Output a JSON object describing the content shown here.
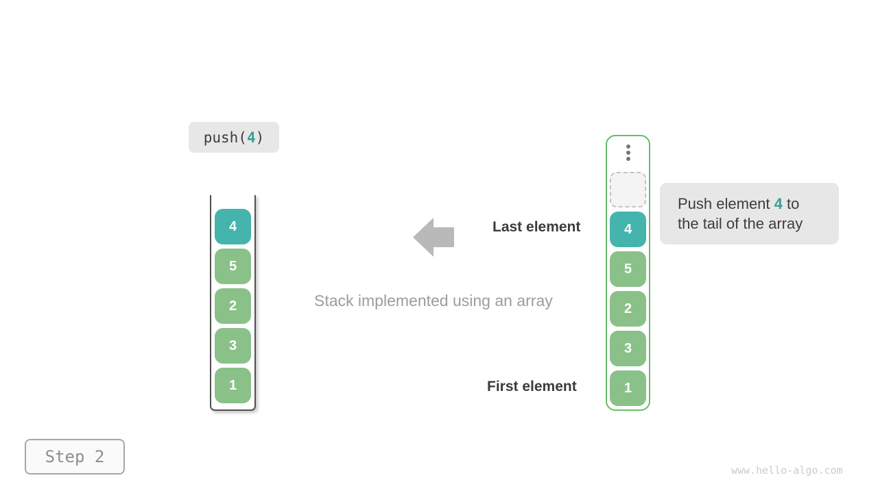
{
  "page": {
    "watermark": "www.hello-algo.com"
  },
  "operation": {
    "code_pre": "push(",
    "code_arg": "4",
    "code_post": ")"
  },
  "step": {
    "label": "Step 2"
  },
  "caption": "Stack implemented using an array",
  "annotations": {
    "last_element": "Last element",
    "first_element": "First element"
  },
  "tooltip": {
    "text_pre": "Push element ",
    "highlight": "4",
    "text_post": " to the tail of the array"
  },
  "stack_view": {
    "values": [
      "4",
      "5",
      "2",
      "3",
      "1"
    ]
  },
  "array_view": {
    "values": [
      "4",
      "5",
      "2",
      "3",
      "1"
    ],
    "ellipsis": "vertical-dots",
    "empty_slot": ""
  },
  "colors": {
    "teal_cell": "#44b4ac",
    "green_cell": "#8ac189",
    "array_border": "#67bd67",
    "stack_border": "#4f4f4f",
    "badge_bg": "#e7e7e7",
    "teal_text": "#3a9e97",
    "dark_text": "#3b3b3b",
    "muted_text": "#9c9c9c",
    "arrow": "#b9b9b9",
    "dashed_border": "#c4c4c4",
    "watermark_text": "#cbcbcb"
  }
}
